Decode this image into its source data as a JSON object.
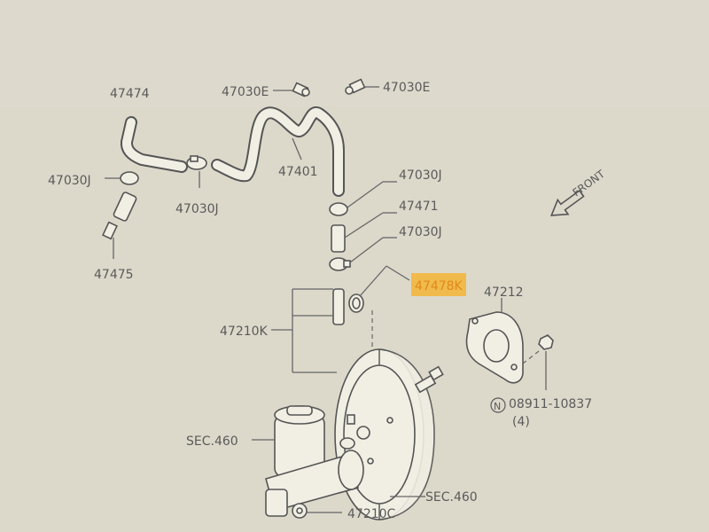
{
  "labels": {
    "p47474": "47474",
    "p47030e_a": "47030E",
    "p47030e_b": "47030E",
    "p47030j_left": "47030J",
    "p47030j_mid": "47030J",
    "p47401": "47401",
    "p47030j_r1": "47030J",
    "p47471": "47471",
    "p47030j_r2": "47030J",
    "p47475": "47475",
    "p47478k": "47478K",
    "p47212": "47212",
    "p47210k": "47210K",
    "nut_part": "08911-10837",
    "nut_marker": "N",
    "nut_qty": "(4)",
    "sec460_a": "SEC.460",
    "sec460_b": "SEC.460",
    "p47210c": "47210C",
    "front": "FRONT"
  },
  "colors": {
    "paper": "#d9d6c7",
    "line": "#555555",
    "highlight": "#f4b437"
  }
}
